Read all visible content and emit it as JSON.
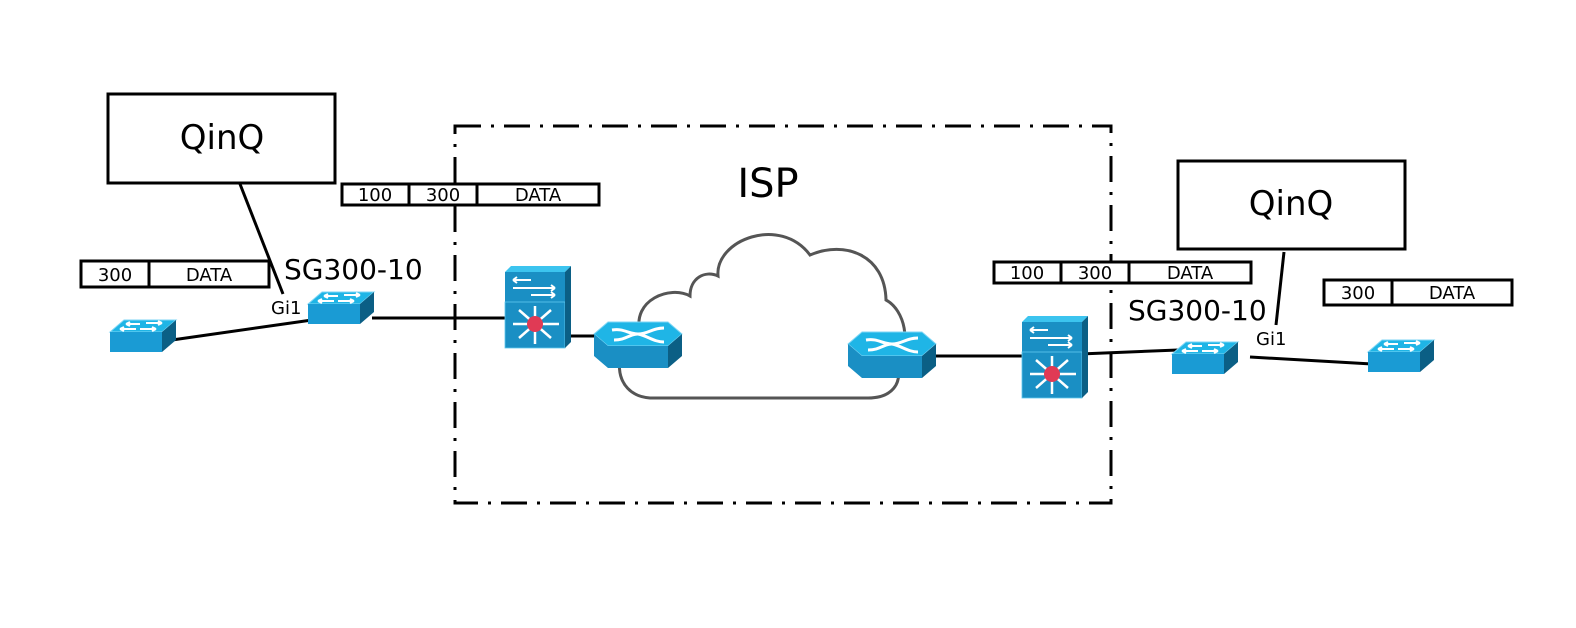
{
  "diagram": {
    "title": "QinQ over ISP",
    "isp_label": "ISP",
    "left_site": {
      "callout": "QinQ",
      "switch_name": "SG300-10",
      "port": "Gi1",
      "frame_customer": [
        "300",
        "DATA"
      ],
      "frame_tagged": [
        "100",
        "300",
        "DATA"
      ]
    },
    "right_site": {
      "callout": "QinQ",
      "switch_name": "SG300-10",
      "port": "Gi1",
      "frame_customer": [
        "300",
        "DATA"
      ],
      "frame_tagged": [
        "100",
        "300",
        "DATA"
      ]
    },
    "devices": [
      {
        "id": "left-access-switch",
        "type": "switch"
      },
      {
        "id": "left-sg300",
        "type": "switch"
      },
      {
        "id": "left-isp-l3-switch",
        "type": "multilayer-switch"
      },
      {
        "id": "left-isp-router",
        "type": "router"
      },
      {
        "id": "right-isp-router",
        "type": "router"
      },
      {
        "id": "right-isp-l3-switch",
        "type": "multilayer-switch"
      },
      {
        "id": "right-sg300",
        "type": "switch"
      },
      {
        "id": "right-access-switch",
        "type": "switch"
      }
    ],
    "colors": {
      "device_top": "#1fb5e6",
      "device_front": "#1a8fc4",
      "device_side": "#0b5f85",
      "device_hub": "#e03a55",
      "cloud_stroke": "#555555",
      "line": "#000000"
    }
  }
}
